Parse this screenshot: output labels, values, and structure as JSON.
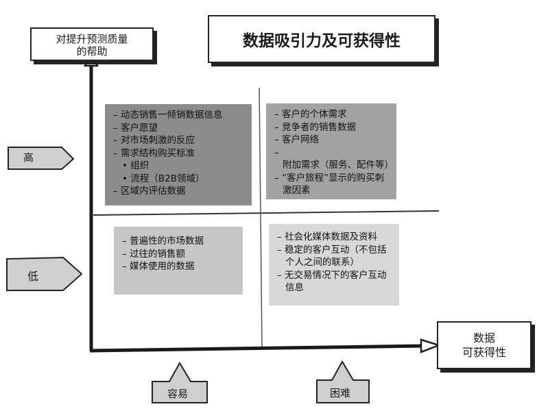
{
  "title": "数据吸引力及可获得性",
  "y_axis_label": "对提升预测质量的帮助",
  "x_axis_label": [
    "数据",
    "可获得性"
  ],
  "y_levels": {
    "high": "高",
    "low": "低"
  },
  "x_levels": {
    "easy": "容易",
    "hard": "困难"
  },
  "quadrants": {
    "high_easy": [
      "动态销售一倾销数据信息",
      "客户愿望",
      "对市场刺激的反应",
      "需求结构购买标准"
    ],
    "high_easy_sub": [
      "组织",
      "流程（B2B领域）"
    ],
    "high_easy_last": "区域内评估数据",
    "high_hard": [
      "客户的个体需求",
      "竞争者的销售数据",
      "客户网络",
      "附加需求（服务、配件等）",
      "“客户旅程”显示的购买刺激因素"
    ],
    "low_easy": [
      "普遍性的市场数据",
      "过往的销售额",
      "媒体使用的数据"
    ],
    "low_hard": [
      "社会化媒体数据及资料",
      "稳定的客户互动（不包括个人之间的联系）",
      "无交易情况下的客户互动信息"
    ]
  },
  "colors": {
    "high_easy": "#8c8c8c",
    "high_hard": "#a2a2a2",
    "low_easy": "#c6c6c6",
    "low_hard": "#d8d8d8",
    "tag_fill": "#cfcfcf"
  }
}
